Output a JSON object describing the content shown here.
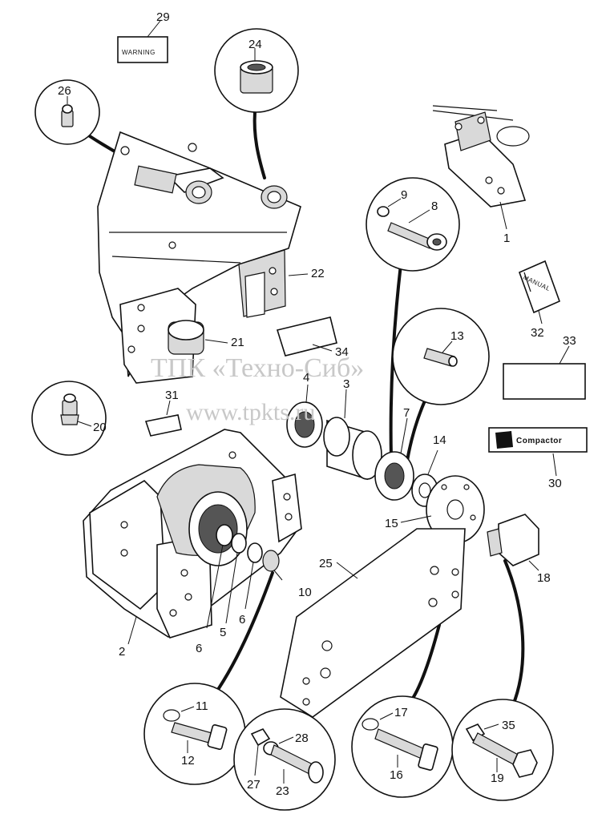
{
  "watermark": {
    "line1": "ТПК «Техно-Сиб»",
    "line2": "www.tpkts.ru"
  },
  "labels": {
    "warning_decal": "WARNING",
    "manual_book": "MANUAL",
    "brand_decal": "Compactor"
  },
  "part_numbers": {
    "p1": "1",
    "p2": "2",
    "p3": "3",
    "p4": "4",
    "p5": "5",
    "p6a": "6",
    "p6b": "6",
    "p7": "7",
    "p8": "8",
    "p9": "9",
    "p10": "10",
    "p11": "11",
    "p12": "12",
    "p13": "13",
    "p14": "14",
    "p15": "15",
    "p16": "16",
    "p17": "17",
    "p18": "18",
    "p19": "19",
    "p20": "20",
    "p21": "21",
    "p22": "22",
    "p23": "23",
    "p24": "24",
    "p25": "25",
    "p26": "26",
    "p27": "27",
    "p28": "28",
    "p29": "29",
    "p30": "30",
    "p31": "31",
    "p32": "32",
    "p33": "33",
    "p34": "34",
    "p35": "35"
  }
}
